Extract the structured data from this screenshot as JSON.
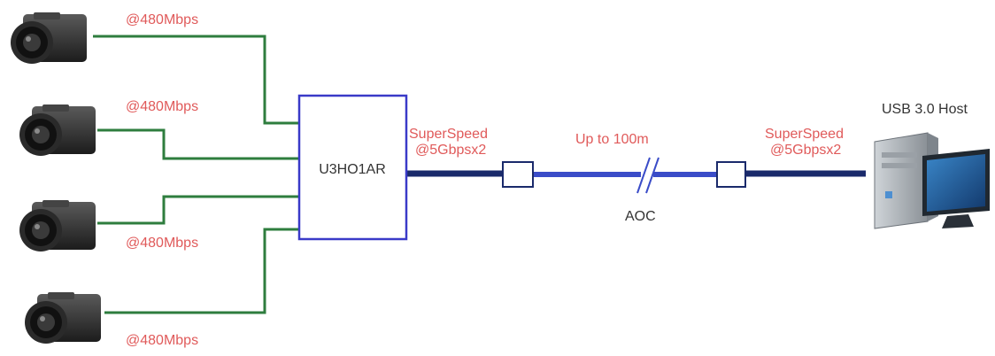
{
  "cameras": [
    {
      "speed_label": "@480Mbps"
    },
    {
      "speed_label": "@480Mbps"
    },
    {
      "speed_label": "@480Mbps"
    },
    {
      "speed_label": "@480Mbps"
    }
  ],
  "hub": {
    "name": "U3HO1AR"
  },
  "link_left": {
    "line1": "SuperSpeed",
    "line2": "@5Gbpsx2"
  },
  "cable": {
    "distance_label": "Up to 100m",
    "type_label": "AOC"
  },
  "link_right": {
    "line1": "SuperSpeed",
    "line2": "@5Gbpsx2"
  },
  "host": {
    "label": "USB 3.0 Host"
  },
  "colors": {
    "camera_lines": "#2e7d3e",
    "hub_border": "#3a3ac8",
    "main_cable": "#1a2a6b",
    "aoc_cable": "#3a4cc8",
    "label_red": "#e05a5a"
  }
}
